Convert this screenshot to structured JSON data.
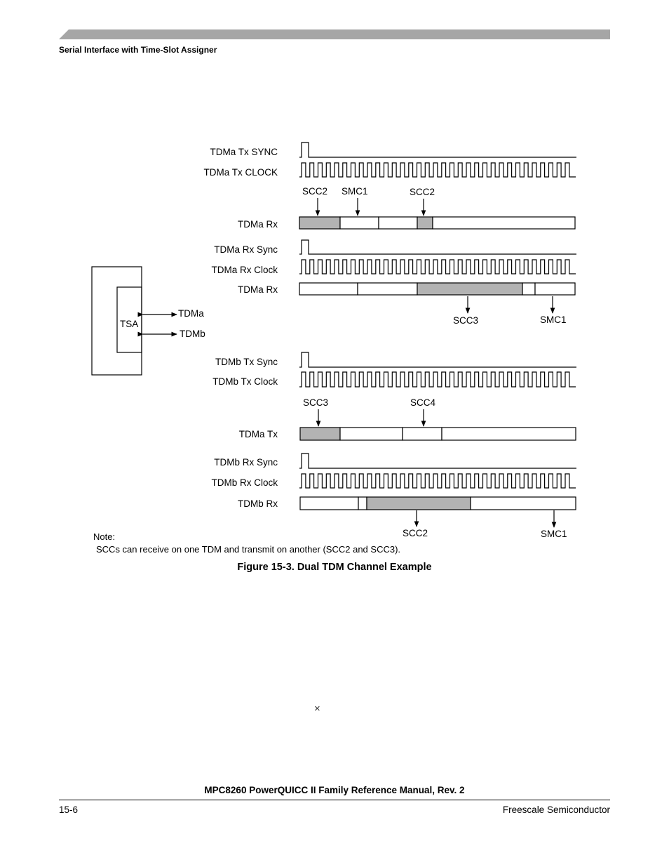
{
  "header": {
    "section_title": "Serial Interface with Time-Slot Assigner"
  },
  "figure": {
    "caption": "Figure 15-3. Dual TDM Channel Example",
    "block": {
      "tsa_label": "TSA",
      "port_a_label": "TDMa",
      "port_b_label": "TDMb"
    },
    "signals": {
      "tdma_tx_sync": "TDMa Tx SYNC",
      "tdma_tx_clock": "TDMa Tx CLOCK",
      "tdma_rx_top": "TDMa Rx",
      "tdma_rx_sync": "TDMa Rx Sync",
      "tdma_rx_clock": "TDMa Rx Clock",
      "tdma_rx_bottom": "TDMa Rx",
      "tdmb_tx_sync": "TDMb Tx Sync",
      "tdmb_tx_clock": "TDMb Tx Clock",
      "tdma_tx": "TDMa Tx",
      "tdmb_rx_sync": "TDMb Rx Sync",
      "tdmb_rx_clock": "TDMb Rx Clock",
      "tdmb_rx": "TDMb Rx"
    },
    "slot_labels": {
      "row1_scc2_a": "SCC2",
      "row1_smc1": "SMC1",
      "row1_scc2_b": "SCC2",
      "row2_scc3": "SCC3",
      "row2_smc1": "SMC1",
      "row3_scc3": "SCC3",
      "row3_scc4": "SCC4",
      "row4_scc2": "SCC2",
      "row4_smc1": "SMC1"
    }
  },
  "note": {
    "title": "Note:",
    "body": "SCCs can receive on one TDM and transmit on another (SCC2 and SCC3)."
  },
  "misc": {
    "cross_mark": "×"
  },
  "footer": {
    "manual_title": "MPC8260 PowerQUICC II Family Reference Manual, Rev. 2",
    "page_number": "15-6",
    "company": "Freescale Semiconductor"
  },
  "colors": {
    "slot_fill": "#b3b3b3",
    "header_bar": "#a6a6a6"
  }
}
